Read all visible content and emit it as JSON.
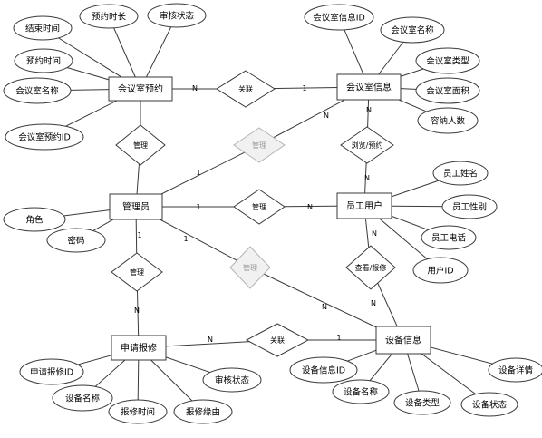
{
  "entities": [
    {
      "id": "reservation",
      "label": "会议室预约"
    },
    {
      "id": "room",
      "label": "会议室信息"
    },
    {
      "id": "admin",
      "label": "管理员"
    },
    {
      "id": "employee",
      "label": "员工用户"
    },
    {
      "id": "repair",
      "label": "申请报修"
    },
    {
      "id": "device",
      "label": "设备信息"
    }
  ],
  "attributes": [
    {
      "id": "a_end_time",
      "label": "结束时间",
      "entity": "reservation"
    },
    {
      "id": "a_duration",
      "label": "预约时长",
      "entity": "reservation"
    },
    {
      "id": "a_res_status",
      "label": "审核状态",
      "entity": "reservation"
    },
    {
      "id": "a_res_time",
      "label": "预约时间",
      "entity": "reservation"
    },
    {
      "id": "a_res_room_name",
      "label": "会议室名称",
      "entity": "reservation"
    },
    {
      "id": "a_res_id",
      "label": "会议室预约ID",
      "entity": "reservation"
    },
    {
      "id": "a_room_id",
      "label": "会议室信息ID",
      "entity": "room"
    },
    {
      "id": "a_room_name",
      "label": "会议室名称",
      "entity": "room"
    },
    {
      "id": "a_room_type",
      "label": "会议室类型",
      "entity": "room"
    },
    {
      "id": "a_room_area",
      "label": "会议室面积",
      "entity": "room"
    },
    {
      "id": "a_room_capacity",
      "label": "容纳人数",
      "entity": "room"
    },
    {
      "id": "a_role",
      "label": "角色",
      "entity": "admin"
    },
    {
      "id": "a_password",
      "label": "密码",
      "entity": "admin"
    },
    {
      "id": "a_emp_name",
      "label": "员工姓名",
      "entity": "employee"
    },
    {
      "id": "a_emp_gender",
      "label": "员工性别",
      "entity": "employee"
    },
    {
      "id": "a_emp_phone",
      "label": "员工电话",
      "entity": "employee"
    },
    {
      "id": "a_user_id",
      "label": "用户ID",
      "entity": "employee"
    },
    {
      "id": "a_repair_id",
      "label": "申请报修ID",
      "entity": "repair"
    },
    {
      "id": "a_repair_dev_name",
      "label": "设备名称",
      "entity": "repair"
    },
    {
      "id": "a_repair_time",
      "label": "报修时间",
      "entity": "repair"
    },
    {
      "id": "a_repair_reason",
      "label": "报修缘由",
      "entity": "repair"
    },
    {
      "id": "a_repair_status",
      "label": "审核状态",
      "entity": "repair"
    },
    {
      "id": "a_dev_id",
      "label": "设备信息ID",
      "entity": "device"
    },
    {
      "id": "a_dev_name",
      "label": "设备名称",
      "entity": "device"
    },
    {
      "id": "a_dev_type",
      "label": "设备类型",
      "entity": "device"
    },
    {
      "id": "a_dev_status",
      "label": "设备状态",
      "entity": "device"
    },
    {
      "id": "a_dev_detail",
      "label": "设备详情",
      "entity": "device"
    }
  ],
  "relationships": [
    {
      "id": "r_res_room",
      "label": "关联",
      "from": "reservation",
      "to": "room",
      "from_card": "N",
      "to_card": "1",
      "faded": false
    },
    {
      "id": "r_admin_res",
      "label": "管理",
      "from": "admin",
      "to": "reservation",
      "from_card": "",
      "to_card": "",
      "faded": false
    },
    {
      "id": "r_admin_room",
      "label": "管理",
      "from": "admin",
      "to": "room",
      "from_card": "1",
      "to_card": "N",
      "faded": true
    },
    {
      "id": "r_emp_room",
      "label": "浏览/预约",
      "from": "employee",
      "to": "room",
      "from_card": "N",
      "to_card": "N",
      "faded": false
    },
    {
      "id": "r_admin_emp",
      "label": "管理",
      "from": "admin",
      "to": "employee",
      "from_card": "1",
      "to_card": "N",
      "faded": false
    },
    {
      "id": "r_emp_dev",
      "label": "查看/报修",
      "from": "employee",
      "to": "device",
      "from_card": "N",
      "to_card": "N",
      "faded": false
    },
    {
      "id": "r_admin_repair",
      "label": "管理",
      "from": "admin",
      "to": "repair",
      "from_card": "1",
      "to_card": "N",
      "faded": false
    },
    {
      "id": "r_admin_dev",
      "label": "管理",
      "from": "admin",
      "to": "device",
      "from_card": "1",
      "to_card": "N",
      "faded": true
    },
    {
      "id": "r_repair_dev",
      "label": "关联",
      "from": "repair",
      "to": "device",
      "from_card": "N",
      "to_card": "1",
      "faded": false
    }
  ]
}
